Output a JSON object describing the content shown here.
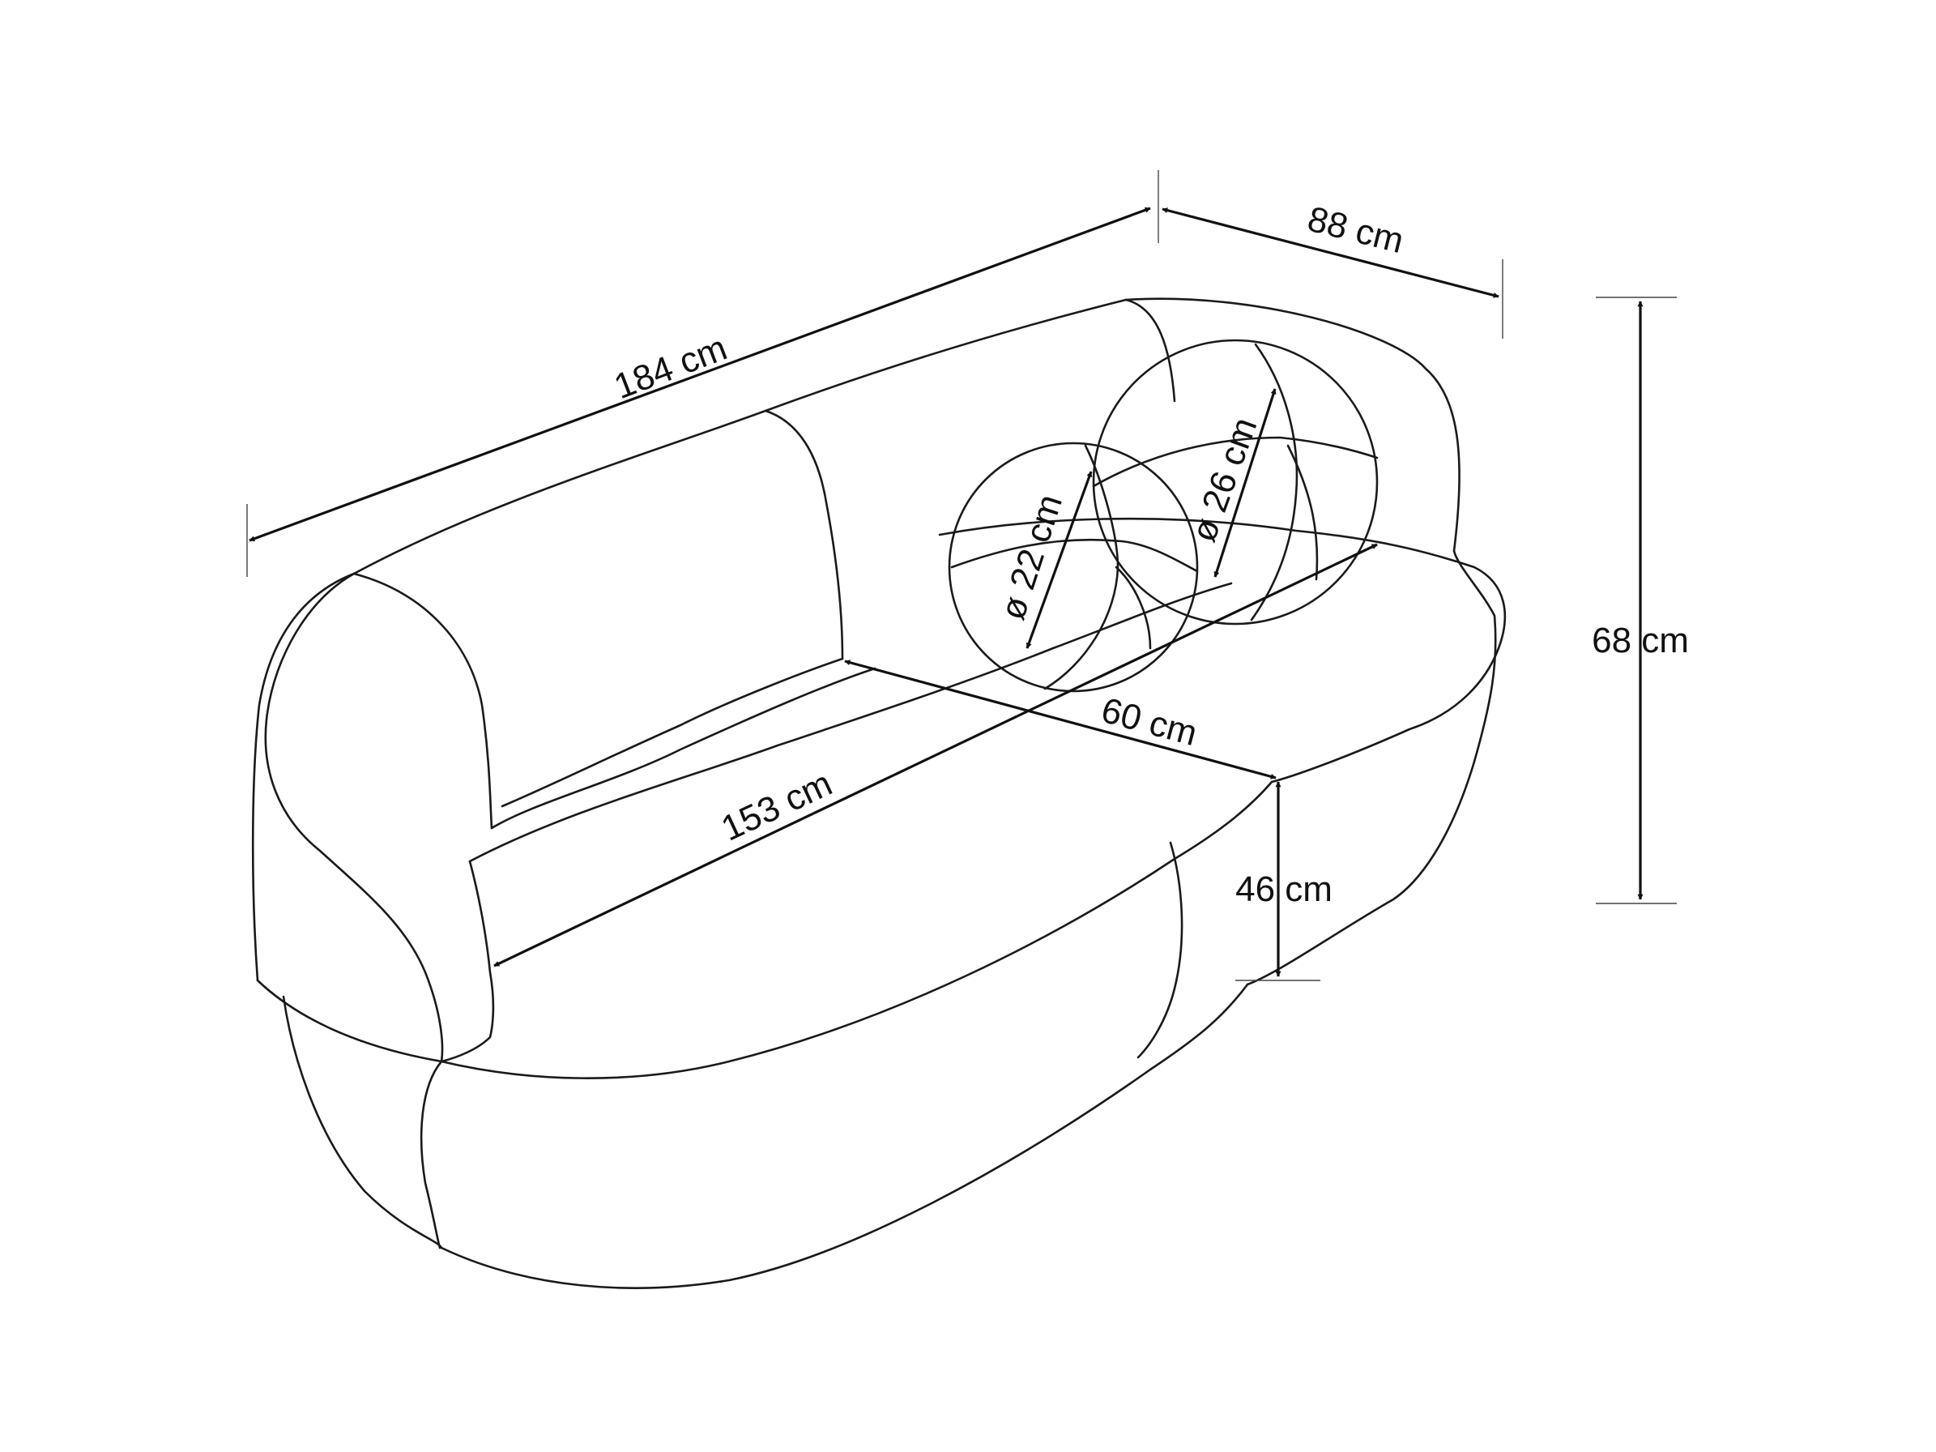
{
  "dimensions": {
    "total_width": "184 cm",
    "depth": "88 cm",
    "height": "68 cm",
    "seat_width": "153 cm",
    "seat_depth": "60 cm",
    "seat_height": "46 cm",
    "pillow_small": "ø 22 cm",
    "pillow_large": "ø 26 cm"
  }
}
